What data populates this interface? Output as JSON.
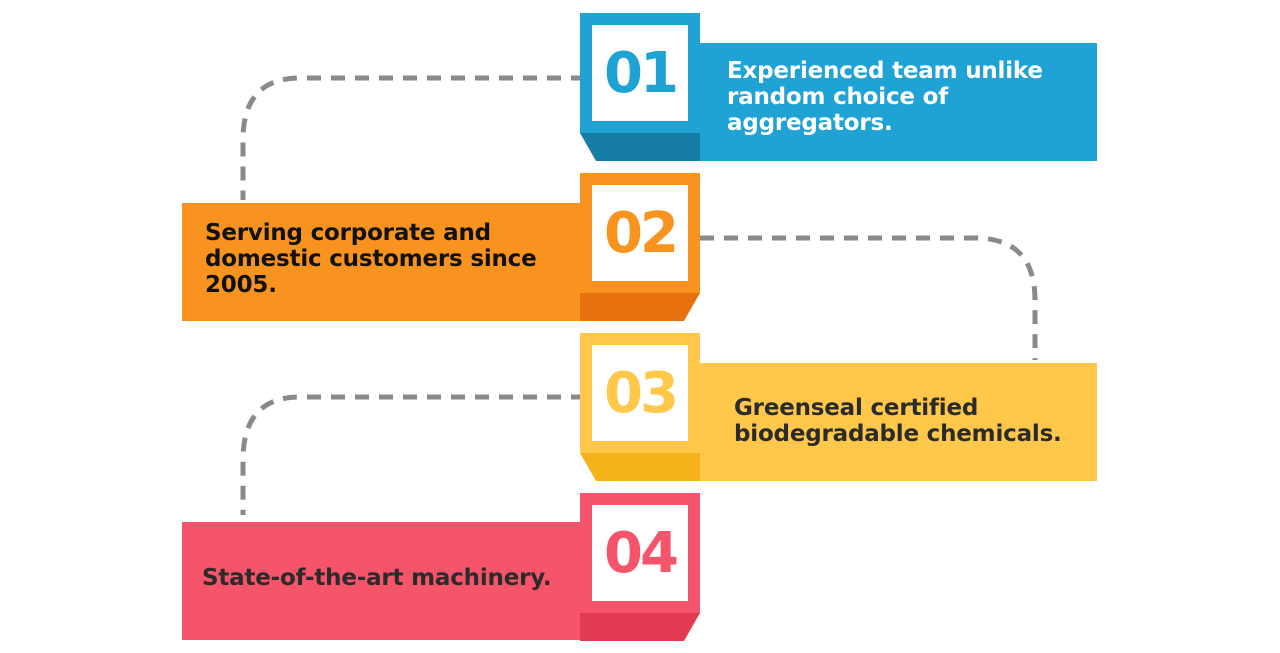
{
  "steps": [
    {
      "number": "01",
      "text": "Experienced team unlike random choice of aggregators.",
      "color": "#1fa2d4",
      "shade": "#167ea6",
      "text_color": "#ffffff"
    },
    {
      "number": "02",
      "text": "Serving corporate and domestic customers since 2005.",
      "color": "#f7931e",
      "shade": "#e8710f",
      "text_color": "#111111"
    },
    {
      "number": "03",
      "text": "Greenseal certified biodegradable chemicals.",
      "color": "#ffc84a",
      "shade": "#f6b21b",
      "text_color": "#2b2b2b"
    },
    {
      "number": "04",
      "text": "State-of-the-art machinery.",
      "color": "#f5546a",
      "shade": "#e23a52",
      "text_color": "#2b2b2b"
    }
  ],
  "connector_color": "#8a8a8a"
}
